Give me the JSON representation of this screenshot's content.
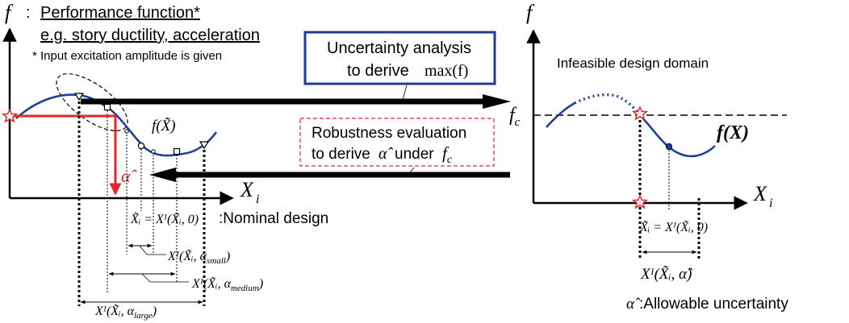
{
  "left_panel": {
    "y_axis_symbol": "f",
    "colon": ":",
    "heading_line1": "Performance function*",
    "heading_line2": "e.g. story ductility, acceleration",
    "footnote": "* Input excitation amplitude is given",
    "x_axis_symbol": "X",
    "x_axis_subscript": "i",
    "curve_label": "f(X̃)",
    "alpha_label": "α̂",
    "nominal_formula": "X̃ᵢ = Xᴵ(X̃ᵢ, 0)",
    "nominal_label": ":Nominal design",
    "small_label_main": "Xᴵ(X̃ᵢ, α",
    "small_label_sub": "small",
    "small_label_end": ")",
    "medium_label_main": "Xᴵ(X̃ᵢ, α",
    "medium_label_sub": "medium",
    "medium_label_end": ")",
    "large_label_main": "Xᴵ(X̃ᵢ, α",
    "large_label_sub": "large",
    "large_label_end": ")"
  },
  "uncertainty_box": {
    "line1": "Uncertainty analysis",
    "line2_text": "to derive",
    "line2_math": "max(f)"
  },
  "robustness_box": {
    "line1": "Robustness evaluation",
    "line2_text": "to derive",
    "line2_alpha": "α̂",
    "line2_under": "under",
    "line2_fc_main": "f",
    "line2_fc_sub": "c"
  },
  "right_panel": {
    "y_axis_symbol": "f",
    "infeasible_label": "Infeasible design domain",
    "fc_main": "f",
    "fc_sub": "c",
    "curve_label": "f(X)",
    "x_axis_symbol": "X",
    "x_axis_subscript": "i",
    "nominal_formula": "X̃ᵢ = Xᴵ(X̃ᵢ, 0)",
    "allowable_formula": "Xᴵ(X̃ᵢ, α̂)",
    "legend_symbol": "α̂",
    "legend_text": ":Allowable uncertainty"
  },
  "colors": {
    "curve": "#1f3f99",
    "box_blue": "#1f3f99",
    "red": "#e8262a",
    "black": "#000000"
  }
}
